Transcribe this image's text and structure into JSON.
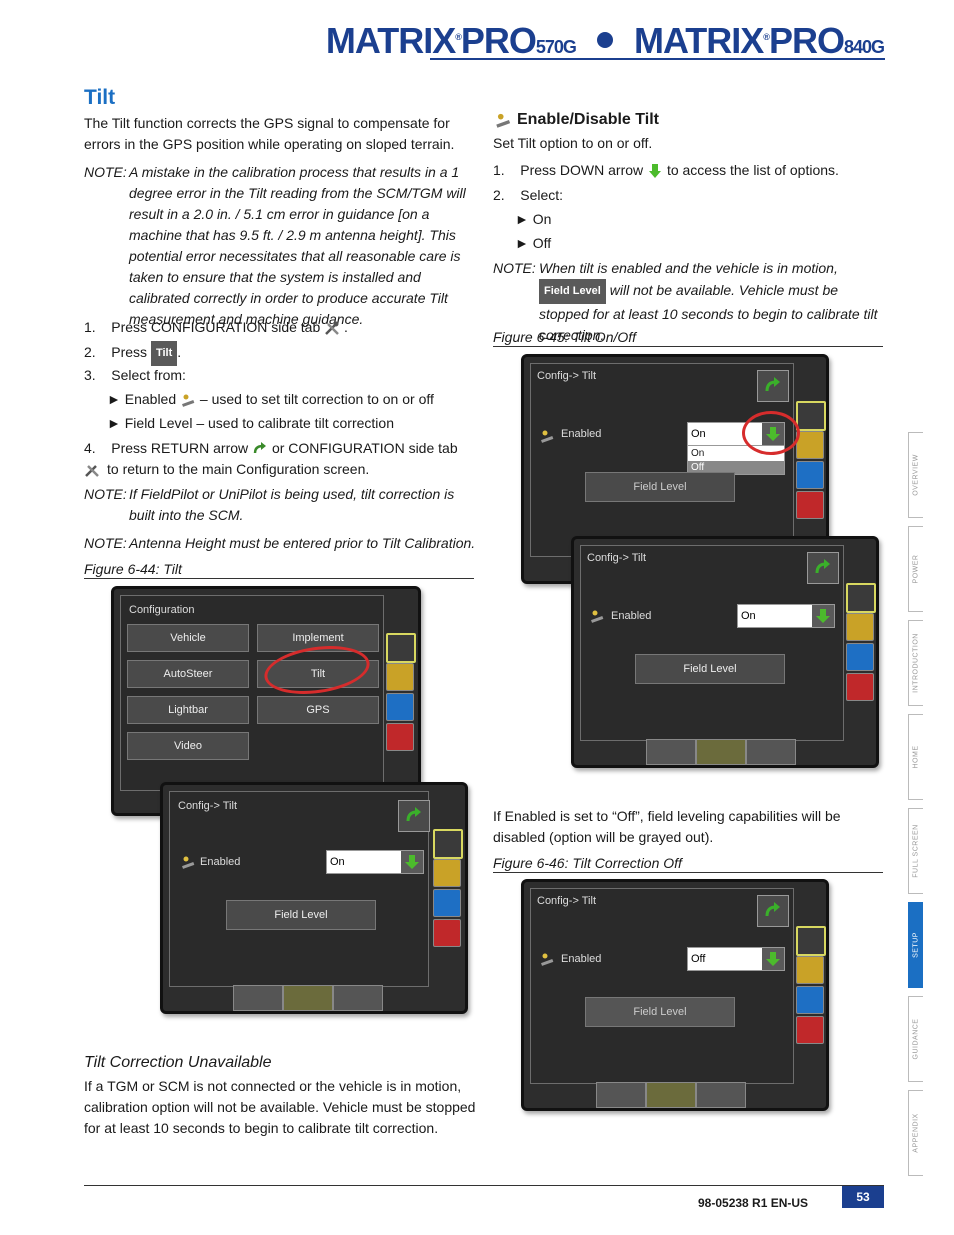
{
  "header": {
    "brand_left": "MATRIX",
    "brand_left_sup": "®",
    "brand_left_pro": "PRO",
    "brand_left_model": "570G",
    "brand_right": "MATRIX",
    "brand_right_sup": "®",
    "brand_right_pro": "PRO",
    "brand_right_model": "840G",
    "accent_color": "#1b3f8f"
  },
  "left": {
    "title": "Tilt",
    "intro": "The Tilt function corrects the GPS signal to compensate for errors in the GPS position while operating on sloped terrain.",
    "note1_label": "NOTE:",
    "note1_text": "A mistake in the calibration process that results in a 1 degree error in the Tilt reading from the SCM/TGM will result in a 2.0 in. / 5.1 cm  error in guidance [on a machine that has 9.5 ft. / 2.9 m antenna height].  This potential error necessitates that all reasonable care is taken to ensure that the system is installed and calibrated correctly in order to produce accurate Tilt measurement and machine guidance.",
    "steps": [
      {
        "num": "1.",
        "a": "Press CONFIGURATION side tab",
        "b": "."
      },
      {
        "num": "2.",
        "a": "Press",
        "chip": "Tilt",
        "b": "."
      },
      {
        "num": "3.",
        "a": "Select from:"
      },
      {
        "num": "4.",
        "a": "Press RETURN arrow",
        "b": "or CONFIGURATION side tab",
        "c": "to return to the main Configuration screen."
      }
    ],
    "sub_enabled": "► Enabled",
    "sub_enabled_desc": "– used to set tilt correction to on or off",
    "sub_field": "► Field Level – used to calibrate tilt correction",
    "note2_label": "NOTE:",
    "note2_text": "If FieldPilot or UniPilot is being used, tilt correction is built into the SCM.",
    "note3_label": "NOTE:",
    "note3_text": "Antenna Height must be entered prior to Tilt Calibration.",
    "figure": "Figure 6-44: Tilt",
    "unavailable_title": "Tilt Correction Unavailable",
    "unavailable_text": "If a TGM or SCM is not connected or the vehicle is in motion, calibration option will not be available. Vehicle must be stopped for at least 10 seconds to begin to calibrate tilt correction."
  },
  "right": {
    "title": "Enable/Disable Tilt",
    "intro": "Set Tilt option to on or off.",
    "step1_num": "1.",
    "step1_a": "Press DOWN arrow",
    "step1_b": "to access the list of options.",
    "step2_num": "2.",
    "step2": "Select:",
    "opt_on": "► On",
    "opt_off": "► Off",
    "note_label": "NOTE:",
    "note_a": "When tilt is enabled and the vehicle is in motion,",
    "note_chip": "Field Level",
    "note_b": "will not be available. Vehicle must be stopped for at least 10 seconds to begin to calibrate tilt correction.",
    "figure45": "Figure 6-45: Tilt On/Off",
    "disabled_text": "If Enabled is set to “Off”, field leveling capabilities will be disabled (option will be grayed out).",
    "figure46": "Figure 6-46: Tilt Correction Off"
  },
  "screens": {
    "config": {
      "title": "Configuration",
      "buttons": [
        "Vehicle",
        "Implement",
        "AutoSteer",
        "Tilt",
        "Lightbar",
        "GPS",
        "Video"
      ]
    },
    "tilt_a": {
      "title": "Config-> Tilt",
      "enabled": "Enabled",
      "value": "On",
      "field_level": "Field Level"
    },
    "tilt_b": {
      "title": "Config-> Tilt",
      "enabled": "Enabled",
      "value": "On",
      "options": [
        "On",
        "Off"
      ],
      "field_level": "Field Level"
    },
    "tilt_c": {
      "title": "Config-> Tilt",
      "enabled": "Enabled",
      "value": "On",
      "field_level": "Field Level"
    },
    "tilt_d": {
      "title": "Config-> Tilt",
      "enabled": "Enabled",
      "value": "Off",
      "field_level": "Field Level"
    }
  },
  "side_tabs": [
    {
      "label": "OVERVIEW",
      "active": false
    },
    {
      "label": "POWER",
      "active": false
    },
    {
      "label": "INTRODUCTION",
      "active": false
    },
    {
      "label": "HOME",
      "active": false
    },
    {
      "label": "FULL SCREEN",
      "active": false
    },
    {
      "label": "SETUP",
      "active": true
    },
    {
      "label": "GUIDANCE",
      "active": false
    },
    {
      "label": "APPENDIX",
      "active": false
    }
  ],
  "footer": {
    "doc_number": "98-05238 R1 EN-US",
    "page": "53"
  }
}
